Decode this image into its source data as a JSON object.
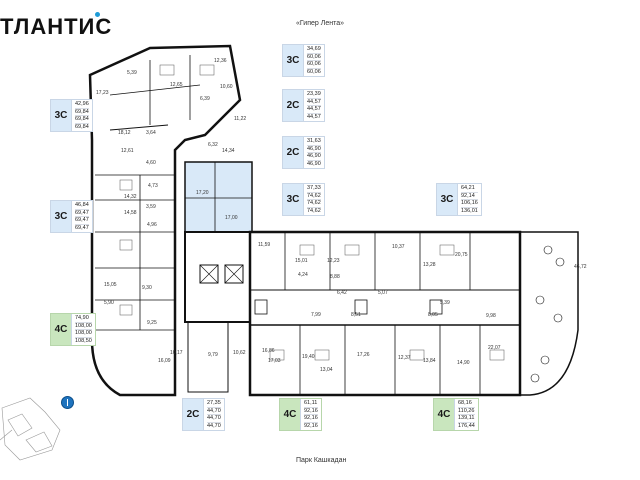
{
  "brand": {
    "logo_text": "ТЛАНТИС",
    "accent": "#1e9bd7"
  },
  "captions": {
    "top": "«Гипер Лента»",
    "bottom": "Парк Кашкадан"
  },
  "colors": {
    "blue_highlight": "#d9e9f8",
    "green_highlight": "#c9e6be",
    "wall": "#111111"
  },
  "badges": [
    {
      "type": "3С",
      "style": "blue",
      "values": [
        "34,69",
        "60,06",
        "60,06",
        "60,06"
      ]
    },
    {
      "type": "3С",
      "style": "blue",
      "values": [
        "42,96",
        "69,84",
        "69,84",
        "69,84"
      ]
    },
    {
      "type": "2С",
      "style": "blue",
      "values": [
        "23,39",
        "44,57",
        "44,57",
        "44,57"
      ]
    },
    {
      "type": "2С",
      "style": "blue",
      "values": [
        "31,63",
        "46,90",
        "46,90",
        "46,90"
      ]
    },
    {
      "type": "3С",
      "style": "blue",
      "values": [
        "37,33",
        "74,62",
        "74,62",
        "74,62"
      ]
    },
    {
      "type": "3С",
      "style": "blue",
      "values": [
        "64,21",
        "92,14",
        "106,16",
        "136,01"
      ]
    },
    {
      "type": "3С",
      "style": "blue",
      "values": [
        "46,84",
        "69,47",
        "69,47",
        "69,47"
      ]
    },
    {
      "type": "4С",
      "style": "green",
      "values": [
        "74,90",
        "108,00",
        "108,00",
        "108,50"
      ]
    },
    {
      "type": "2С",
      "style": "blue",
      "values": [
        "27,35",
        "44,70",
        "44,70",
        "44,70"
      ]
    },
    {
      "type": "4С",
      "style": "green",
      "values": [
        "61,11",
        "92,16",
        "92,16",
        "92,16"
      ]
    },
    {
      "type": "4С",
      "style": "green",
      "values": [
        "68,16",
        "110,26",
        "139,11",
        "176,44"
      ]
    }
  ],
  "room_labels": [
    "17,23",
    "12,65",
    "12,36",
    "10,60",
    "5,39",
    "6,39",
    "11,22",
    "18,12",
    "3,64",
    "6,32",
    "12,61",
    "4,60",
    "14,34",
    "14,32",
    "4,73",
    "14,58",
    "3,59",
    "17,20",
    "17,00",
    "4,96",
    "11,59",
    "15,01",
    "12,23",
    "10,37",
    "8,88",
    "13,28",
    "20,75",
    "46,72",
    "4,24",
    "6,42",
    "5,07",
    "5,39",
    "15,05",
    "9,30",
    "5,90",
    "9,98",
    "22,07",
    "16,86",
    "17,03",
    "19,40",
    "13,04",
    "17,26",
    "12,37",
    "13,84",
    "14,90",
    "16,09",
    "10,17",
    "9,79",
    "10,62",
    "7,99",
    "8,51",
    "8,05",
    "9,25"
  ]
}
